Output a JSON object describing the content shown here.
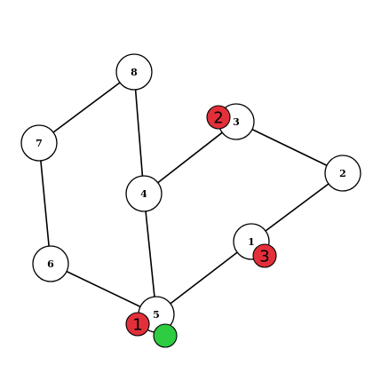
{
  "graph": {
    "nodes": [
      {
        "id": "8",
        "label": "8"
      },
      {
        "id": "7",
        "label": "7"
      },
      {
        "id": "3",
        "label": "3"
      },
      {
        "id": "2",
        "label": "2"
      },
      {
        "id": "4",
        "label": "4"
      },
      {
        "id": "1",
        "label": "1"
      },
      {
        "id": "6",
        "label": "6"
      },
      {
        "id": "5",
        "label": "5"
      }
    ],
    "edges": [
      {
        "from": "8",
        "to": "7"
      },
      {
        "from": "8",
        "to": "4"
      },
      {
        "from": "7",
        "to": "6"
      },
      {
        "from": "6",
        "to": "5"
      },
      {
        "from": "4",
        "to": "5"
      },
      {
        "from": "4",
        "to": "3"
      },
      {
        "from": "3",
        "to": "2"
      },
      {
        "from": "2",
        "to": "1"
      },
      {
        "from": "1",
        "to": "5"
      }
    ],
    "markers": [
      {
        "id": "m1",
        "label": "1",
        "color": "#e2303a",
        "near_node": "5"
      },
      {
        "id": "m2",
        "label": "2",
        "color": "#e2303a",
        "near_node": "3"
      },
      {
        "id": "m3",
        "label": "3",
        "color": "#e2303a",
        "near_node": "1"
      },
      {
        "id": "start",
        "label": "",
        "color": "#2ecc40",
        "near_node": "5"
      }
    ]
  }
}
